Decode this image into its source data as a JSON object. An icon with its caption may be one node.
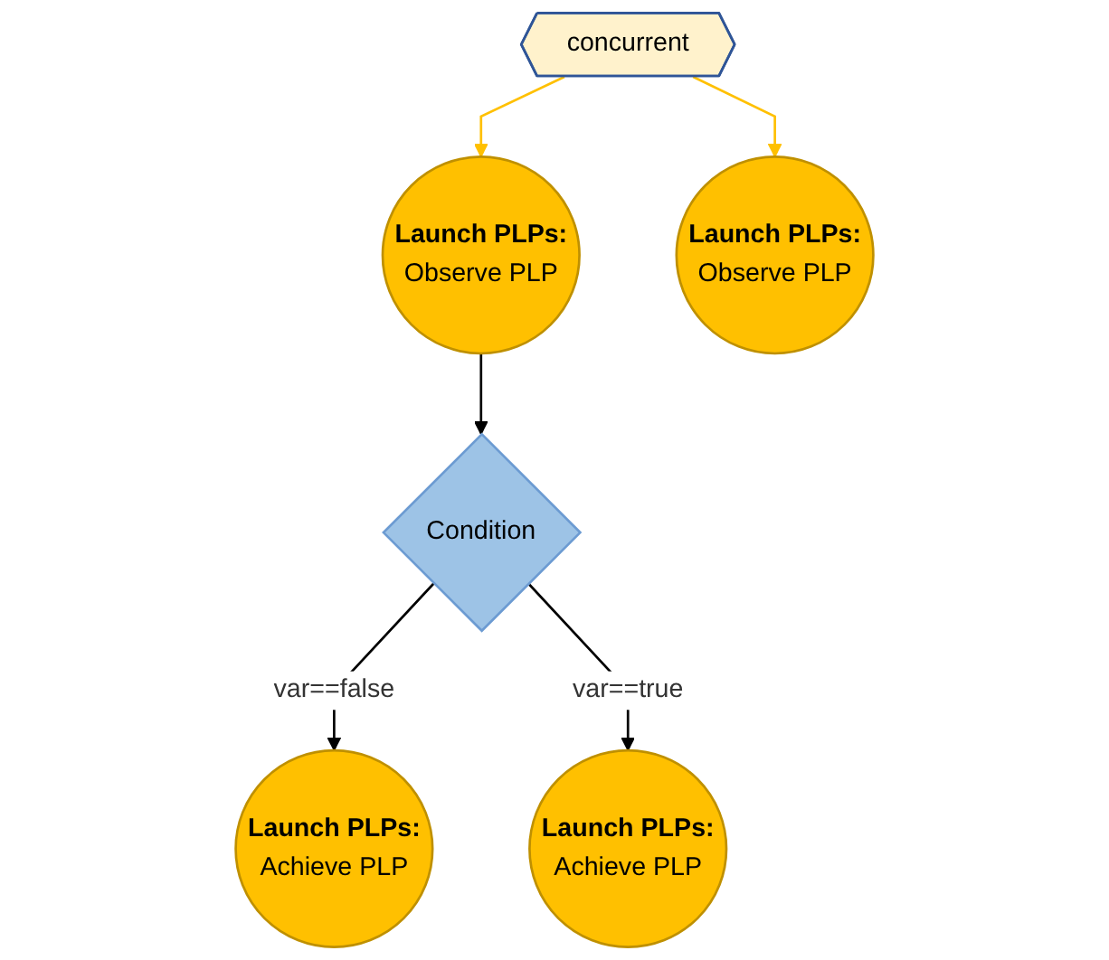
{
  "diagram": {
    "nodes": [
      {
        "text": [
          "concurrent"
        ]
      },
      {
        "text": [
          "Launch PLPs:",
          "Observe PLP"
        ]
      },
      {
        "text": [
          "Launch PLPs:",
          "Observe PLP"
        ]
      },
      {
        "text": [
          "Condition"
        ]
      },
      {
        "text": [
          "Launch PLPs:",
          "Achieve PLP"
        ]
      },
      {
        "text": [
          "Launch PLPs:",
          "Achieve PLP"
        ]
      }
    ],
    "edges": [
      {
        "from": 0,
        "to": 1,
        "arrow": "to",
        "color": "#ffc000"
      },
      {
        "from": 0,
        "to": 2,
        "arrow": "to",
        "color": "#ffc000"
      },
      {
        "from": 1,
        "to": 3,
        "arrow": "to"
      },
      {
        "from": 3,
        "to": 4,
        "arrow": "to",
        "label": "var==false"
      },
      {
        "from": 3,
        "to": 5,
        "arrow": "to",
        "label": "var==true"
      }
    ]
  }
}
